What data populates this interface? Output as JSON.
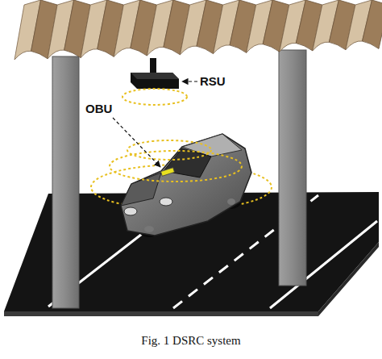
{
  "diagram": {
    "caption": "Fig. 1 DSRC system",
    "labels": [
      "RSU",
      "OBU"
    ]
  }
}
